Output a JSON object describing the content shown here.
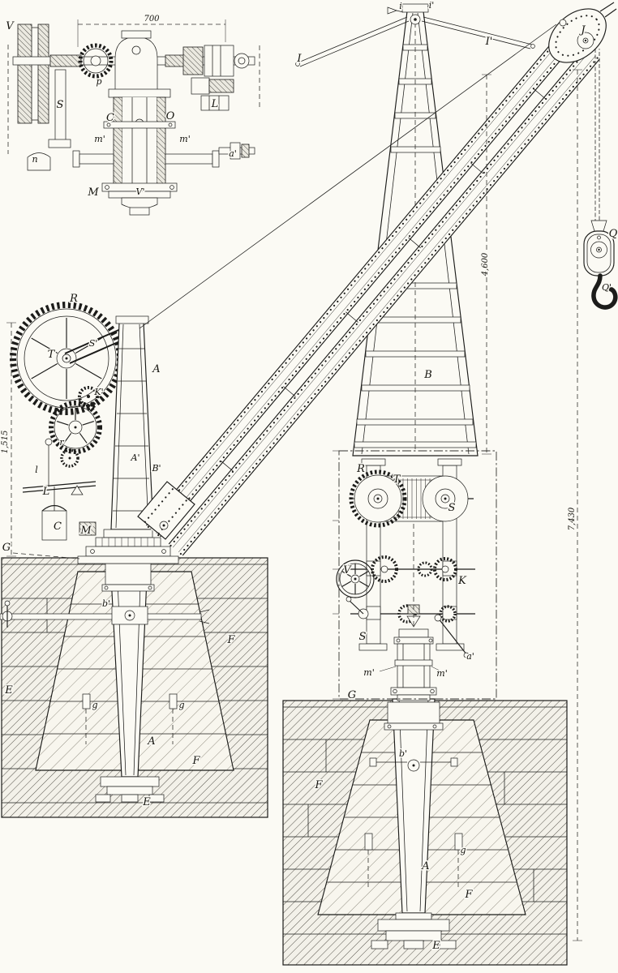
{
  "palette": {
    "paper": "#fbfaf4",
    "ink": "#1c1c1a"
  },
  "labels": {
    "A": "A",
    "Ap": "A'",
    "B": "B",
    "Bp": "B'",
    "C": "C",
    "E": "E",
    "F": "F",
    "G": "G",
    "I": "I",
    "Ip": "I'",
    "J": "J",
    "K": "K",
    "Kp": "K'",
    "L": "L",
    "M": "M",
    "O": "O",
    "Q": "Q",
    "Qp": "Q'",
    "R": "R",
    "S": "S",
    "Sp": "S'",
    "T": "T",
    "V": "V",
    "Vp": "V'",
    "a": "a'",
    "b": "b'",
    "g": "g",
    "i": "i",
    "ip": "i'",
    "l": "l",
    "m": "m'",
    "n": "n",
    "p": "p",
    "r": "r"
  },
  "dimensions": {
    "shaft_span": "700",
    "post_pitch": "1,515",
    "jib_height": "4,600",
    "overall_height": "7,430"
  }
}
